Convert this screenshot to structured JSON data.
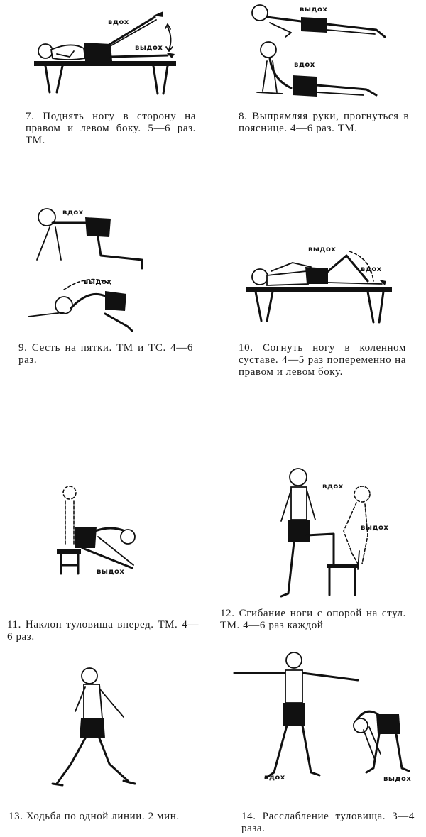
{
  "exercises": [
    {
      "number": "7.",
      "text": "Поднять ногу в сторону на правом и левом боку. 5—6 раз. ТМ.",
      "labels": [
        "вдох",
        "выдох"
      ]
    },
    {
      "number": "8.",
      "text": "Выпрямляя руки, прогнуться в пояснице. 4—6 раз. ТМ.",
      "labels": [
        "выдох",
        "вдох"
      ]
    },
    {
      "number": "9.",
      "text": "Сесть на пятки. ТМ и ТС. 4—6 раз.",
      "labels": [
        "вдох",
        "выдох"
      ]
    },
    {
      "number": "10.",
      "text": "Согнуть ногу в коленном суставе. 4—5 раз попеременно на правом и левом боку.",
      "labels": [
        "выдох",
        "вдох"
      ]
    },
    {
      "number": "11.",
      "text": "Наклон туловища вперед. ТМ. 4—6 раз.",
      "labels": [
        "выдох"
      ]
    },
    {
      "number": "12.",
      "text": "Сгибание ноги с опорой на стул. ТМ. 4—6 раз каждой",
      "labels": [
        "вдох",
        "выдох"
      ]
    },
    {
      "number": "13.",
      "text": "Ходьба по одной линии. 2 мин.",
      "labels": []
    },
    {
      "number": "14.",
      "text": "Расслабление туловища. 3—4 раза.",
      "labels": [
        "вдох",
        "выдох"
      ]
    }
  ]
}
